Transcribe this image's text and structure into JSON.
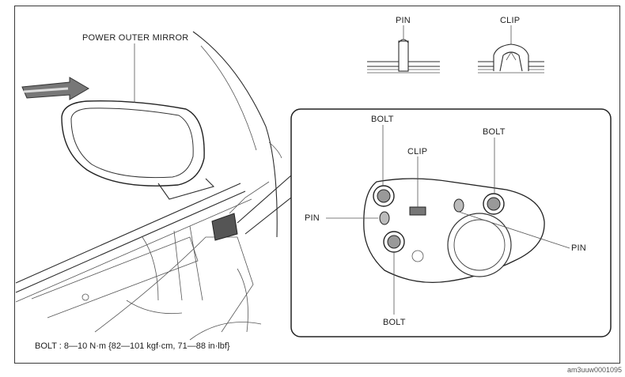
{
  "labels": {
    "mirror": "POWER OUTER MIRROR",
    "pin_top": "PIN",
    "clip_top": "CLIP",
    "bolt_upper_left": "BOLT",
    "clip_detail": "CLIP",
    "bolt_upper_right": "BOLT",
    "pin_left": "PIN",
    "pin_right": "PIN",
    "bolt_bottom": "BOLT"
  },
  "torque_spec": "BOLT : 8—10 N·m {82—101 kgf·cm, 71—88 in·lbf}",
  "image_code": "am3uuw0001095",
  "icons": {
    "direction": "view-direction-arrow-icon"
  }
}
